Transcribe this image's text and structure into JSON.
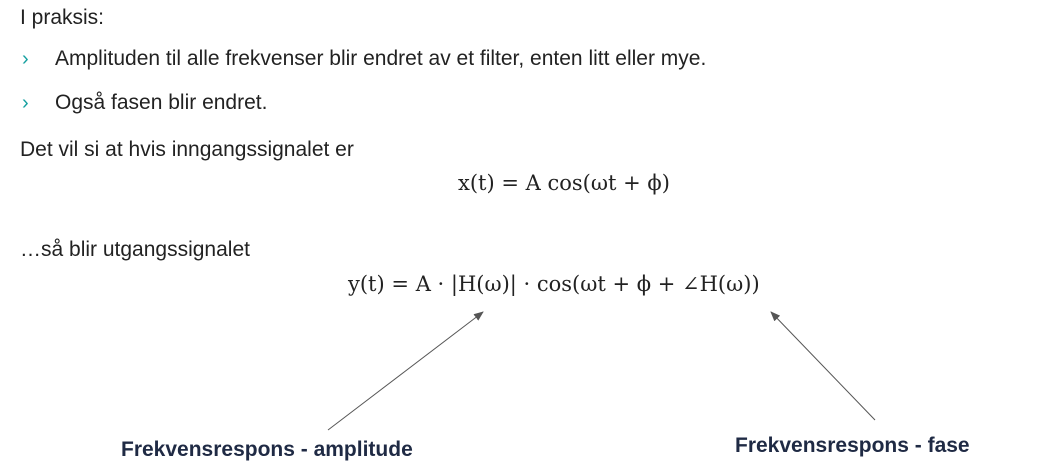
{
  "heading": "I praksis:",
  "bullets": [
    {
      "marker": "›",
      "text": "Amplituden til alle frekvenser blir endret av et filter, enten litt eller mye."
    },
    {
      "marker": "›",
      "text": "Også fasen blir endret."
    }
  ],
  "line_input": "Det vil si at hvis inngangssignalet  er",
  "line_output": "…så blir utgangssignalet",
  "eq_input": {
    "lhs": "x(t)",
    "eq": "=",
    "rhs": "A cos(ωt + ϕ)"
  },
  "eq_output": {
    "lhs": "y(t)",
    "eq": "=",
    "rhs": "A · |H(ω)| · cos(ωt + ϕ + ∠H(ω))"
  },
  "labels": {
    "amplitude": "Frekvensrespons  - amplitude",
    "phase": "Frekvensrespons  - fase"
  },
  "colors": {
    "bullet": "#16a0a0",
    "label": "#1f2a44",
    "arrow": "#555555"
  }
}
